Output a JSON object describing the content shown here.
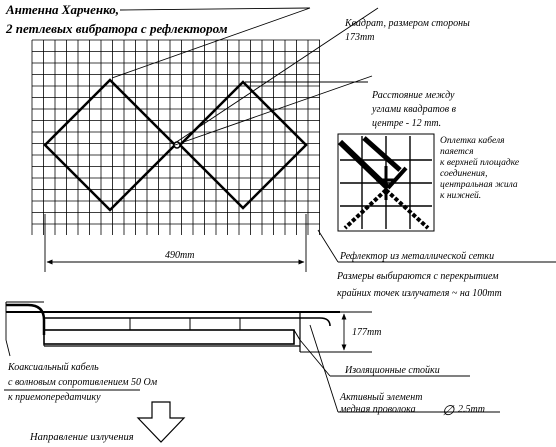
{
  "title": {
    "line1": "Антенна Харченко,",
    "line2": "2 петлевых вибратора с рефлектором"
  },
  "labels": {
    "square_size_1": "Квадрат, размером стороны",
    "square_size_2": "173mm",
    "gap_1": "Расстояние между",
    "gap_2": "углами квадратов в",
    "gap_3": "центре - 12 mm.",
    "braid_1": "Оплетка кабеля",
    "braid_2": "паяется",
    "braid_3": "к верхней площадке",
    "braid_4": "соединения,",
    "braid_5": "центральная жила",
    "braid_6": "к нижней.",
    "width_dim": "490mm",
    "reflector": "Рефлектор из металлической сетки",
    "sizes_1": "Размеры выбираются с перекрытием",
    "sizes_2": "крайних точек излучателя ~ на 100mm",
    "height_dim": "177mm",
    "coax_1": "Коаксиальный кабель",
    "coax_2": "с волновым сопротивлением 50 Ом",
    "coax_3": "к приемопередатчику",
    "insulators": "Изоляционные стойки",
    "active_1": "Активный элемент",
    "active_2": "медная проволока",
    "active_diam": "2.5mm",
    "direction": "Направление излучения"
  }
}
